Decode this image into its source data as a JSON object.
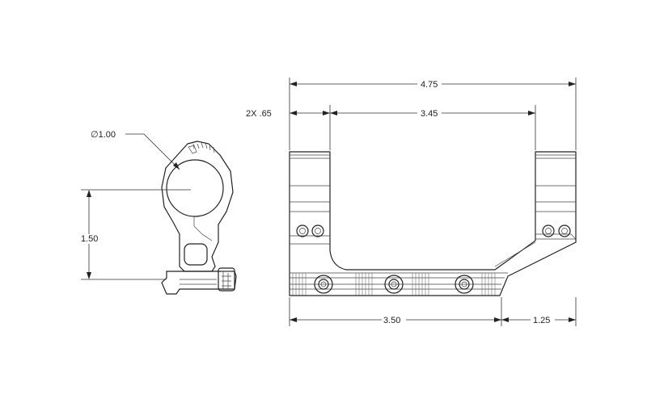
{
  "dimensions": {
    "overall_length": "4.75",
    "ring_width": "2X .65",
    "ring_spacing": "3.45",
    "diameter": "1.00",
    "height": "1.50",
    "base_length": "3.50",
    "offset": "1.25"
  },
  "symbols": {
    "diameter_symbol": "∅"
  }
}
